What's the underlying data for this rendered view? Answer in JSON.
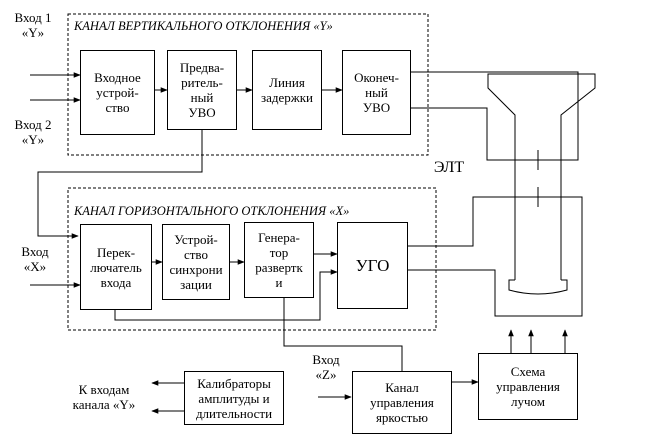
{
  "channel_y": {
    "title": "КАНАЛ ВЕРТИКАЛЬНОГО ОТКЛОНЕНИЯ «Y»",
    "input1": "Вход 1\n«Y»",
    "input2": "Вход 2\n«Y»",
    "blocks": {
      "input_device": "Входное\nустрой-\nство",
      "preamp": "Предва-\nритель-\nный\nУВО",
      "delay_line": "Линия\nзадержки",
      "final_amp": "Оконеч-\nный\nУВО"
    }
  },
  "channel_x": {
    "title": "КАНАЛ ГОРИЗОНТАЛЬНОГО ОТКЛОНЕНИЯ «X»",
    "input": "Вход\n«X»",
    "blocks": {
      "input_switch": "Перек-\nлючатель\nвхода",
      "sync_device": "Устрой-\nство\nсинхрони\nзации",
      "sweep_generator": "Генера-\nтор\nразвертк\nи",
      "ugo": "УГО"
    }
  },
  "crt": {
    "label": "ЭЛТ"
  },
  "beam_control": "Схема\nуправления\nлучом",
  "brightness": {
    "input": "Вход\n«Z»",
    "block": "Канал\nуправления\nяркостью"
  },
  "calibrators": {
    "block": "Калибраторы\nамплитуды и\nдлительности",
    "output": "К входам\nканала «Y»"
  }
}
